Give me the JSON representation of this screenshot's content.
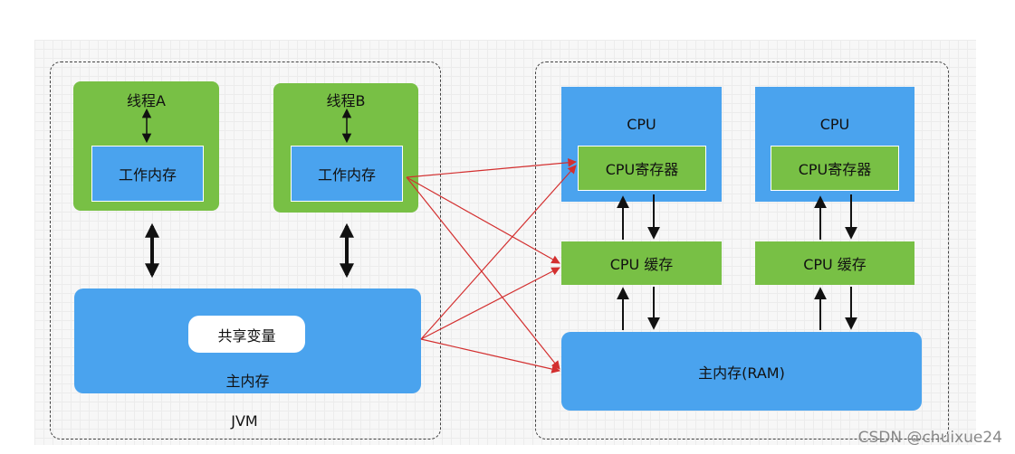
{
  "jvm": {
    "label": "JVM",
    "thread_a": {
      "title": "线程A",
      "memory": "工作内存"
    },
    "thread_b": {
      "title": "线程B",
      "memory": "工作内存"
    },
    "main_memory": {
      "label": "主内存",
      "shared": "共享变量"
    }
  },
  "hardware": {
    "cpu_left": {
      "title": "CPU",
      "register": "CPU寄存器",
      "cache": "CPU 缓存"
    },
    "cpu_right": {
      "title": "CPU",
      "register": "CPU寄存器",
      "cache": "CPU 缓存"
    },
    "ram": "主内存(RAM)"
  },
  "watermark": "CSDN @chuixue24",
  "colors": {
    "green": "#78c045",
    "blue": "#4aa3ee",
    "arrow_red": "#d32f2f"
  }
}
